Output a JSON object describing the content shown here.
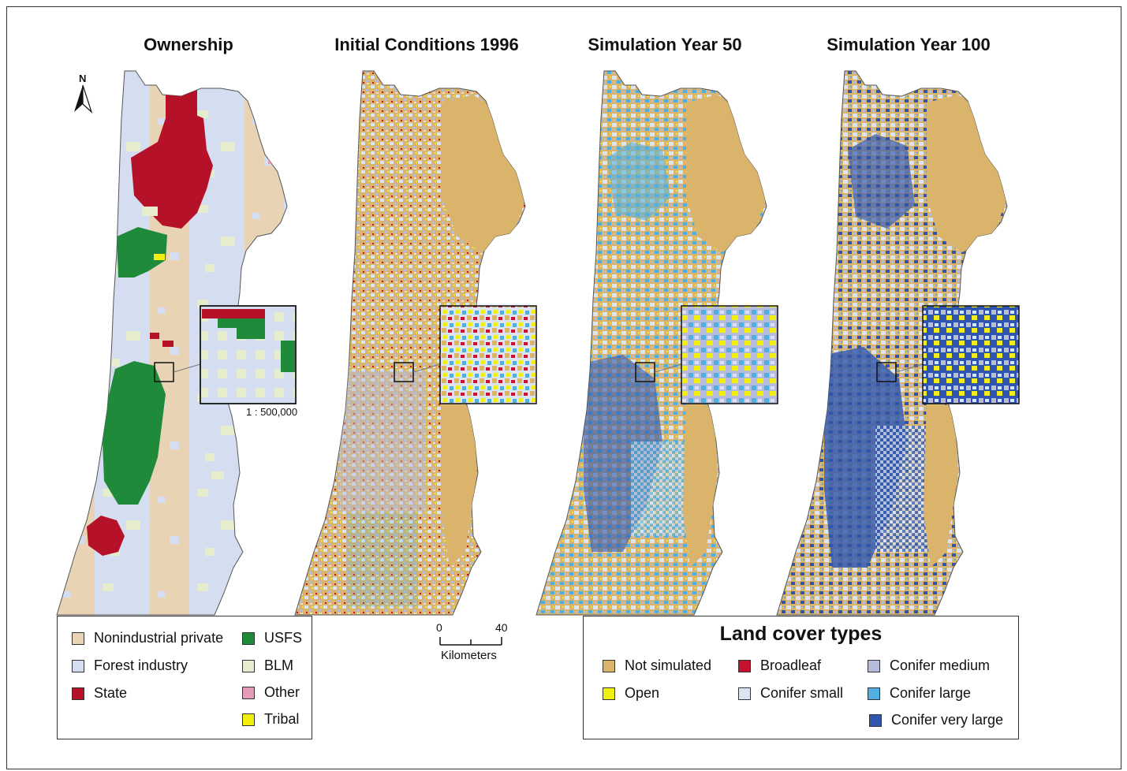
{
  "panels": [
    {
      "title": "Ownership"
    },
    {
      "title": "Initial Conditions 1996"
    },
    {
      "title": "Simulation Year 50"
    },
    {
      "title": "Simulation Year 100"
    }
  ],
  "north_label": "N",
  "scale_ratio": "1 : 500,000",
  "scalebar": {
    "start": "0",
    "end": "40",
    "unit": "Kilometers"
  },
  "ownership_legend": {
    "items": [
      {
        "label": "Nonindustrial private",
        "color": "#E8D3B5"
      },
      {
        "label": "Forest industry",
        "color": "#D5DEF0"
      },
      {
        "label": "State",
        "color": "#B5122A"
      },
      {
        "label": "USFS",
        "color": "#1E8A3A"
      },
      {
        "label": "BLM",
        "color": "#E6EDCF"
      },
      {
        "label": "Other",
        "color": "#E59AB8"
      },
      {
        "label": "Tribal",
        "color": "#F2EE10"
      }
    ]
  },
  "landcover_legend": {
    "title": "Land cover types",
    "items": [
      {
        "label": "Not simulated",
        "color": "#D9B46A"
      },
      {
        "label": "Open",
        "color": "#F2EE10"
      },
      {
        "label": "Broadleaf",
        "color": "#C4122E"
      },
      {
        "label": "Conifer small",
        "color": "#DCE3F2"
      },
      {
        "label": "Conifer medium",
        "color": "#B6BADB"
      },
      {
        "label": "Conifer large",
        "color": "#4FAFE0"
      },
      {
        "label": "Conifer very large",
        "color": "#2E56B0"
      }
    ]
  }
}
